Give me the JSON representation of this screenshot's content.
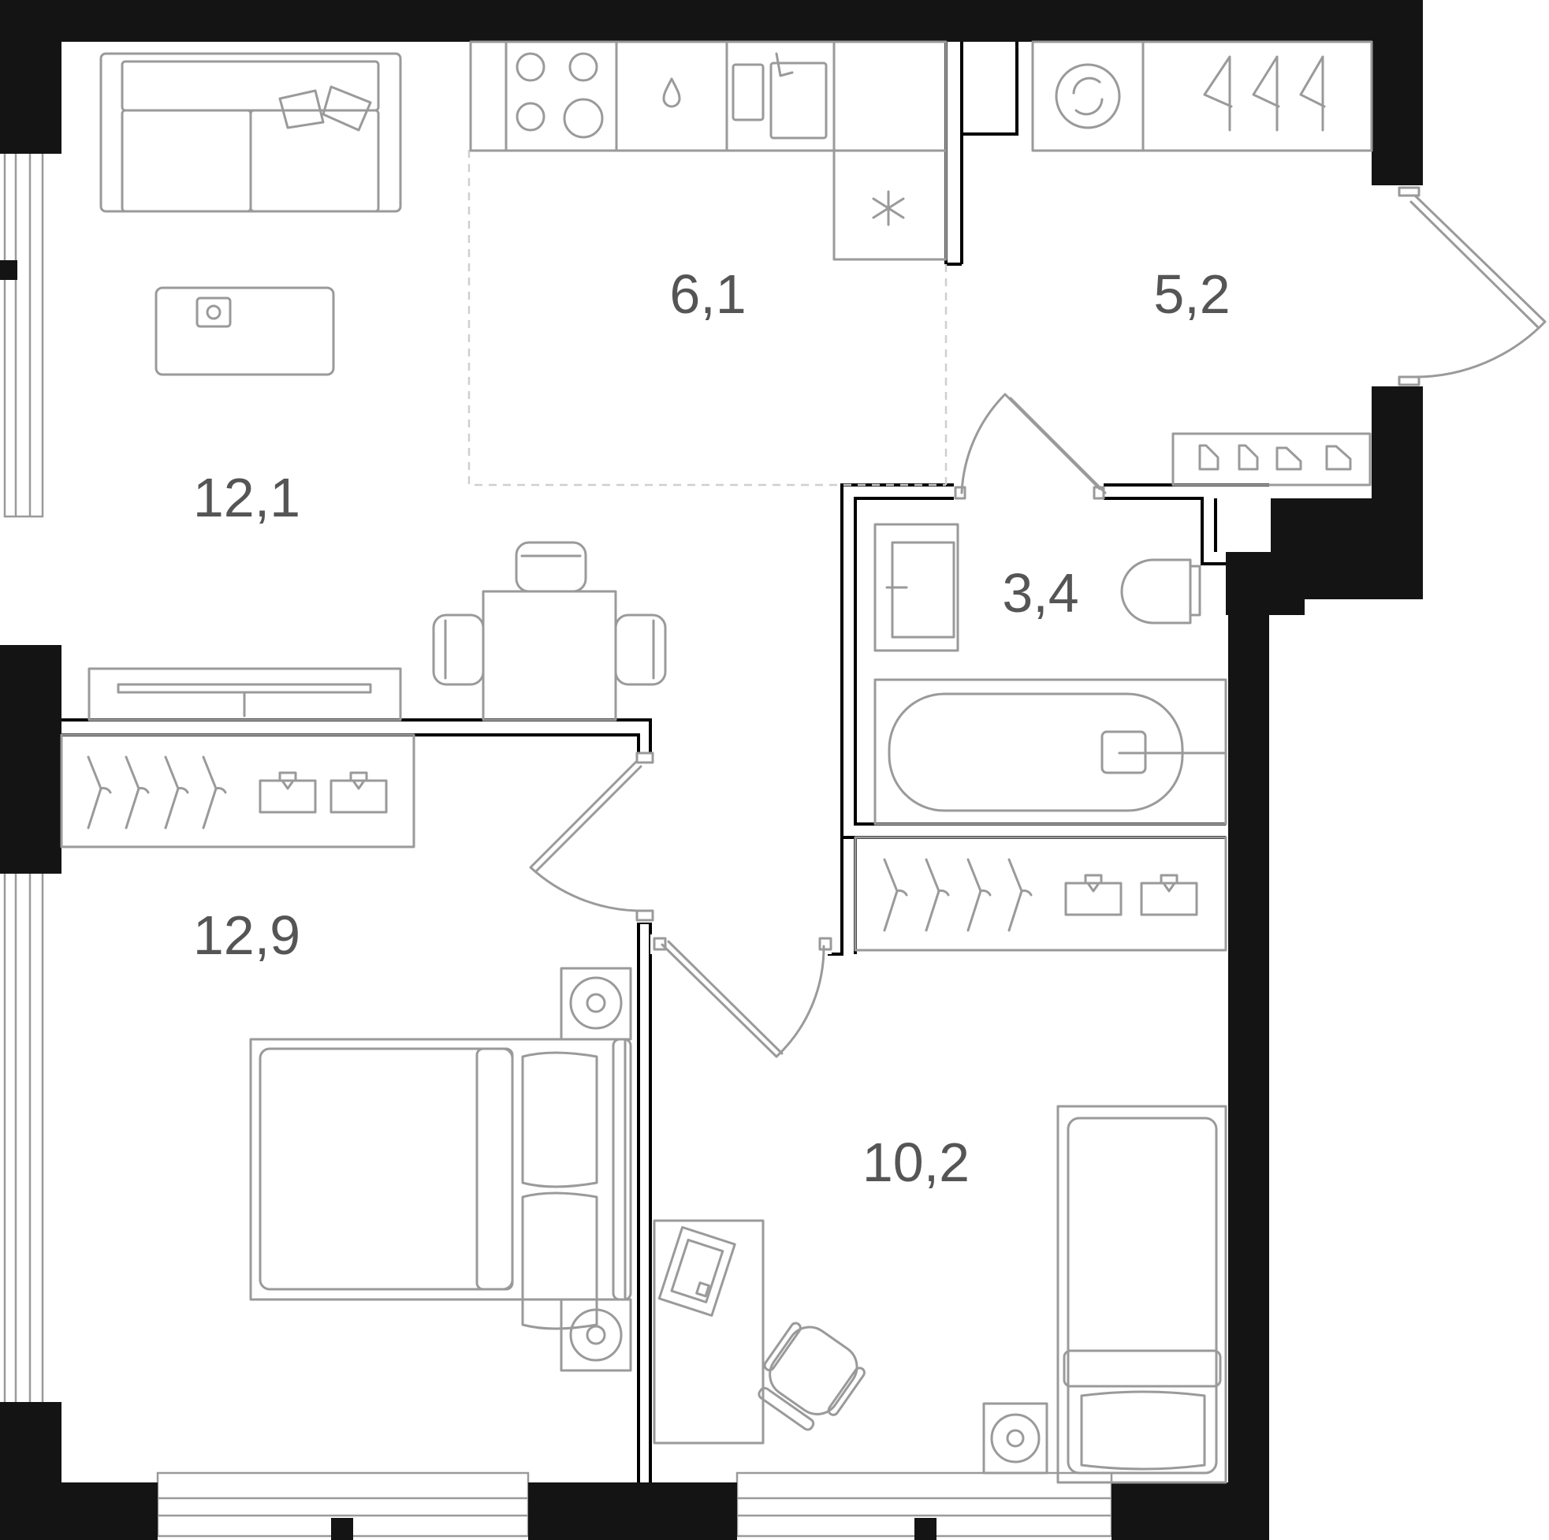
{
  "plan": {
    "rooms": [
      {
        "id": "living-room",
        "area": "12,1"
      },
      {
        "id": "kitchen",
        "area": "6,1"
      },
      {
        "id": "hallway",
        "area": "5,2"
      },
      {
        "id": "bathroom",
        "area": "3,4"
      },
      {
        "id": "bedroom",
        "area": "12,9"
      },
      {
        "id": "second-bedroom",
        "area": "10,2"
      }
    ],
    "colors": {
      "wall": "#141414",
      "furniture": "#9a9a9a",
      "label": "#555555",
      "zone_line": "#cfcfcf"
    }
  }
}
